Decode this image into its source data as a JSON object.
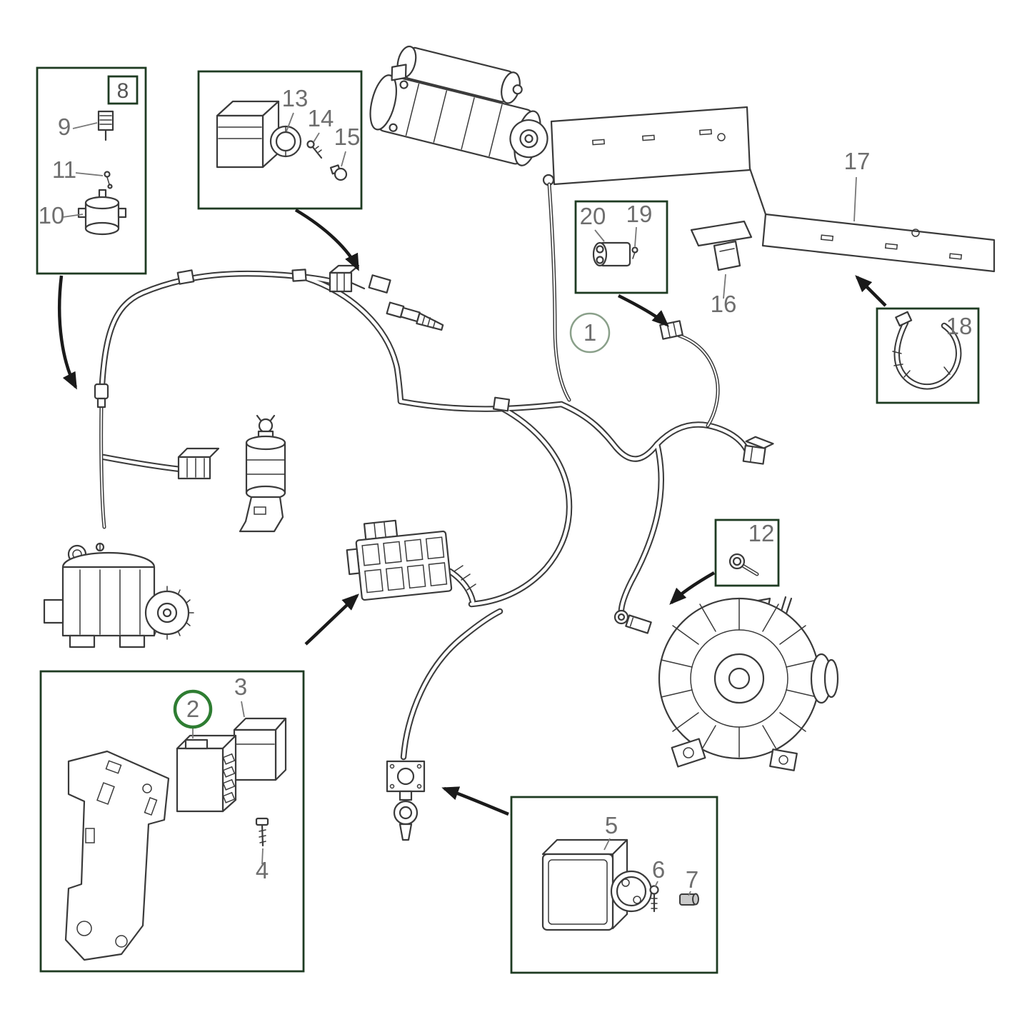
{
  "colors": {
    "accent_green": "#2e7d32",
    "line": "#3a3a3a",
    "label": "#6e6e6e",
    "box_border": "#1e3b22"
  },
  "highlighted_callout": "2",
  "circled_callouts": [
    "1",
    "2"
  ],
  "boxed_callouts": [
    "8"
  ],
  "callouts": {
    "1": "1",
    "2": "2",
    "3": "3",
    "4": "4",
    "5": "5",
    "6": "6",
    "7": "7",
    "8": "8",
    "9": "9",
    "10": "10",
    "11": "11",
    "12": "12",
    "13": "13",
    "14": "14",
    "15": "15",
    "16": "16",
    "17": "17",
    "18": "18",
    "19": "19",
    "20": "20"
  }
}
